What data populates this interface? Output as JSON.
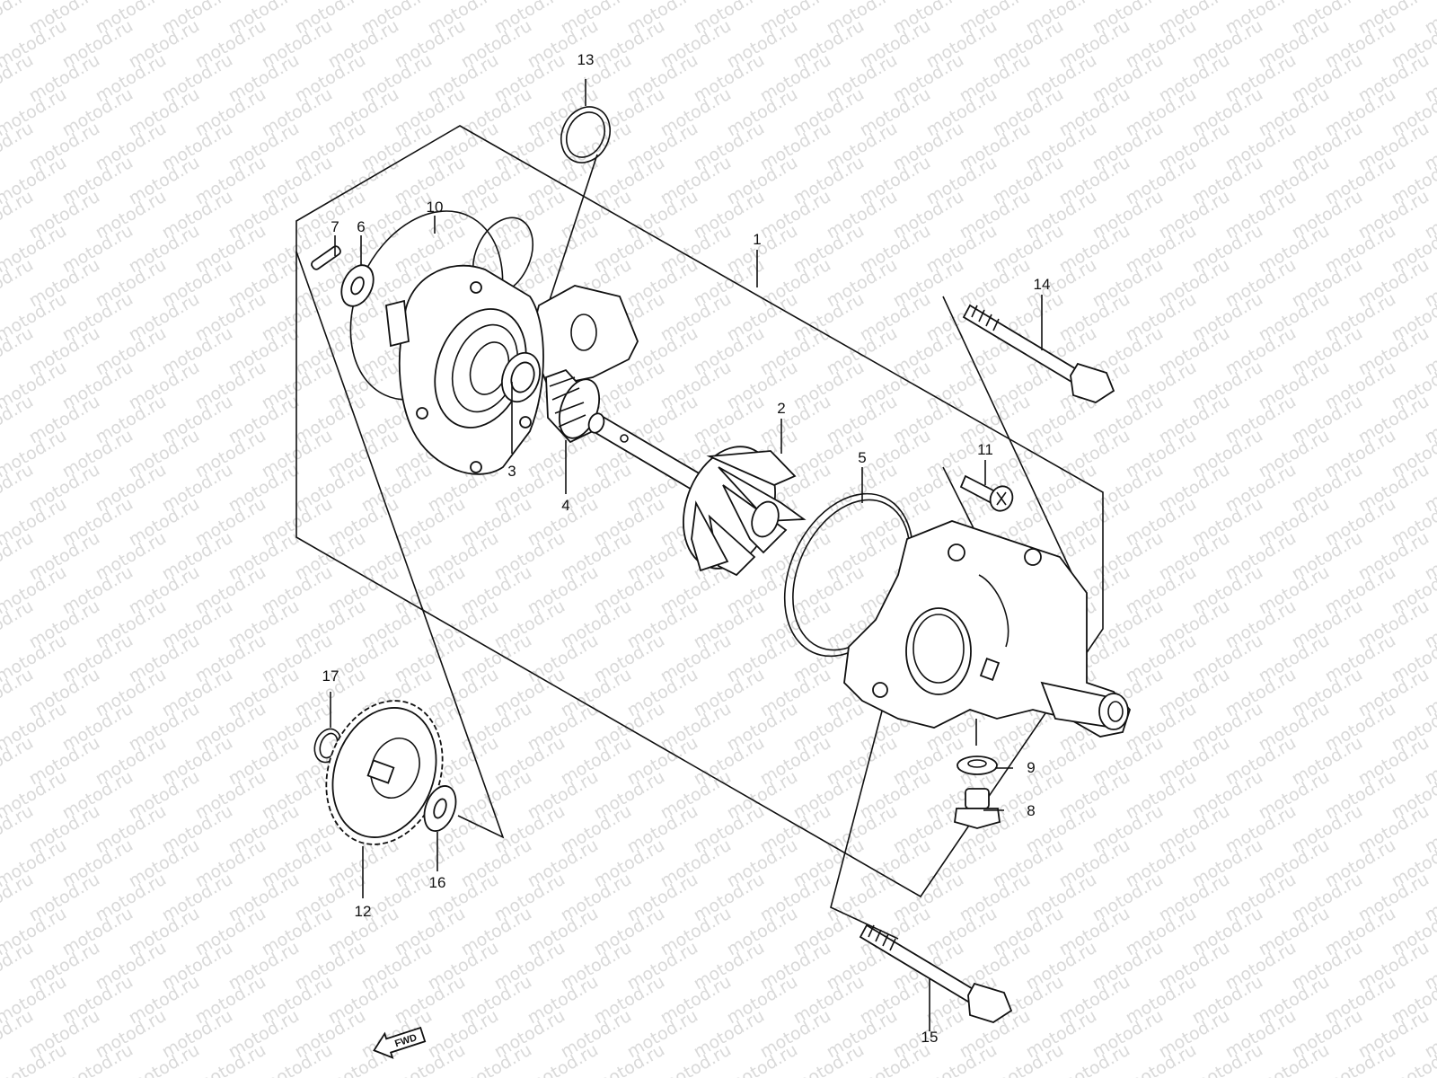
{
  "diagram": {
    "watermark_text": "motod.ru",
    "fwd_label": "FWD",
    "callouts": [
      {
        "id": "c1",
        "text": "1"
      },
      {
        "id": "c2",
        "text": "2"
      },
      {
        "id": "c3",
        "text": "3"
      },
      {
        "id": "c4",
        "text": "4"
      },
      {
        "id": "c5",
        "text": "5"
      },
      {
        "id": "c6",
        "text": "6"
      },
      {
        "id": "c7",
        "text": "7"
      },
      {
        "id": "c8",
        "text": "8"
      },
      {
        "id": "c9",
        "text": "9"
      },
      {
        "id": "c10",
        "text": "10"
      },
      {
        "id": "c11",
        "text": "11"
      },
      {
        "id": "c12",
        "text": "12"
      },
      {
        "id": "c13",
        "text": "13"
      },
      {
        "id": "c14",
        "text": "14"
      },
      {
        "id": "c15",
        "text": "15"
      },
      {
        "id": "c16",
        "text": "16"
      },
      {
        "id": "c17",
        "text": "17"
      }
    ]
  }
}
